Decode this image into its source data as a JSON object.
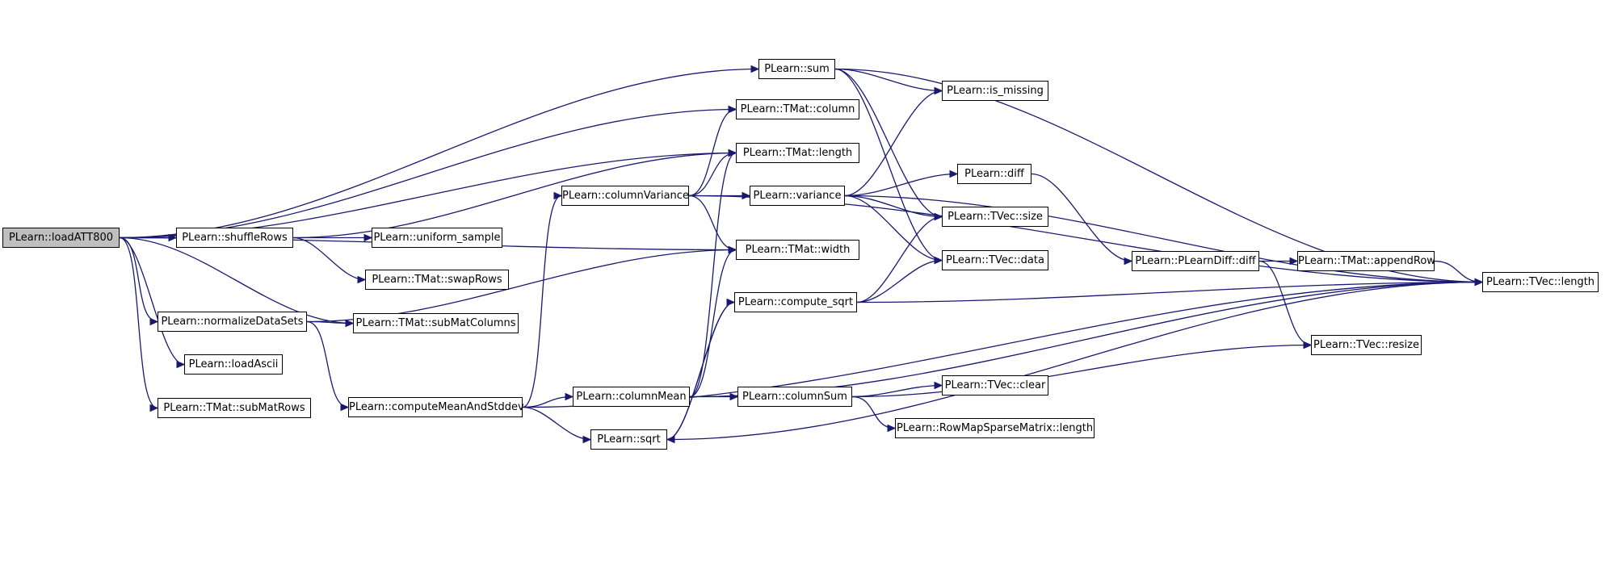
{
  "colors": {
    "edge": "#191970",
    "root_fill": "#bfbfbf",
    "node_fill": "#ffffff",
    "node_border": "#000000"
  },
  "nodes": {
    "loadATT800": "PLearn::loadATT800",
    "shuffleRows": "PLearn::shuffleRows",
    "normalizeDataSets": "PLearn::normalizeDataSets",
    "loadAscii": "PLearn::loadAscii",
    "subMatRows": "PLearn::TMat::subMatRows",
    "uniform_sample": "PLearn::uniform_sample",
    "swapRows": "PLearn::TMat::swapRows",
    "subMatColumns": "PLearn::TMat::subMatColumns",
    "computeMeanAndStddev": "PLearn::computeMeanAndStddev",
    "columnVariance": "PLearn::columnVariance",
    "columnMean": "PLearn::columnMean",
    "sqrt": "PLearn::sqrt",
    "sum": "PLearn::sum",
    "tmat_column": "PLearn::TMat::column",
    "tmat_length": "PLearn::TMat::length",
    "tmat_width": "PLearn::TMat::width",
    "variance": "PLearn::variance",
    "compute_sqrt": "PLearn::compute_sqrt",
    "columnSum": "PLearn::columnSum",
    "is_missing": "PLearn::is_missing",
    "diff": "PLearn::diff",
    "tvec_size": "PLearn::TVec::size",
    "tvec_data": "PLearn::TVec::data",
    "tvec_clear": "PLearn::TVec::clear",
    "rowmap_length": "PLearn::RowMapSparseMatrix::length",
    "pdiff_diff": "PLearn::PLearnDiff::diff",
    "appendRow": "PLearn::TMat::appendRow",
    "tvec_resize": "PLearn::TVec::resize",
    "tvec_length": "PLearn::TVec::length"
  },
  "edges": [
    [
      "loadATT800",
      "sum"
    ],
    [
      "loadATT800",
      "tmat_column"
    ],
    [
      "loadATT800",
      "tmat_length"
    ],
    [
      "loadATT800",
      "tmat_width"
    ],
    [
      "loadATT800",
      "shuffleRows"
    ],
    [
      "loadATT800",
      "subMatColumns"
    ],
    [
      "loadATT800",
      "normalizeDataSets"
    ],
    [
      "loadATT800",
      "loadAscii"
    ],
    [
      "loadATT800",
      "subMatRows"
    ],
    [
      "shuffleRows",
      "tmat_length"
    ],
    [
      "shuffleRows",
      "uniform_sample"
    ],
    [
      "shuffleRows",
      "swapRows"
    ],
    [
      "normalizeDataSets",
      "subMatColumns"
    ],
    [
      "normalizeDataSets",
      "tmat_width"
    ],
    [
      "normalizeDataSets",
      "computeMeanAndStddev"
    ],
    [
      "computeMeanAndStddev",
      "columnVariance"
    ],
    [
      "computeMeanAndStddev",
      "columnMean"
    ],
    [
      "computeMeanAndStddev",
      "sqrt"
    ],
    [
      "computeMeanAndStddev",
      "tvec_length"
    ],
    [
      "columnVariance",
      "tmat_column"
    ],
    [
      "columnVariance",
      "tmat_length"
    ],
    [
      "columnVariance",
      "tmat_width"
    ],
    [
      "columnVariance",
      "variance"
    ],
    [
      "columnVariance",
      "tvec_length"
    ],
    [
      "columnMean",
      "tmat_length"
    ],
    [
      "columnMean",
      "tmat_width"
    ],
    [
      "columnMean",
      "columnSum"
    ],
    [
      "columnMean",
      "tvec_length"
    ],
    [
      "sqrt",
      "compute_sqrt"
    ],
    [
      "sqrt",
      "tvec_length"
    ],
    [
      "sum",
      "is_missing"
    ],
    [
      "sum",
      "tvec_size"
    ],
    [
      "sum",
      "tvec_data"
    ],
    [
      "sum",
      "tvec_length"
    ],
    [
      "variance",
      "is_missing"
    ],
    [
      "variance",
      "diff"
    ],
    [
      "variance",
      "tvec_size"
    ],
    [
      "variance",
      "tvec_data"
    ],
    [
      "variance",
      "tvec_length"
    ],
    [
      "compute_sqrt",
      "sqrt"
    ],
    [
      "compute_sqrt",
      "tvec_size"
    ],
    [
      "compute_sqrt",
      "tvec_data"
    ],
    [
      "compute_sqrt",
      "tvec_length"
    ],
    [
      "columnSum",
      "tvec_clear"
    ],
    [
      "columnSum",
      "rowmap_length"
    ],
    [
      "columnSum",
      "tvec_resize"
    ],
    [
      "diff",
      "pdiff_diff"
    ],
    [
      "pdiff_diff",
      "appendRow"
    ],
    [
      "pdiff_diff",
      "tvec_resize"
    ],
    [
      "appendRow",
      "tvec_length"
    ]
  ]
}
